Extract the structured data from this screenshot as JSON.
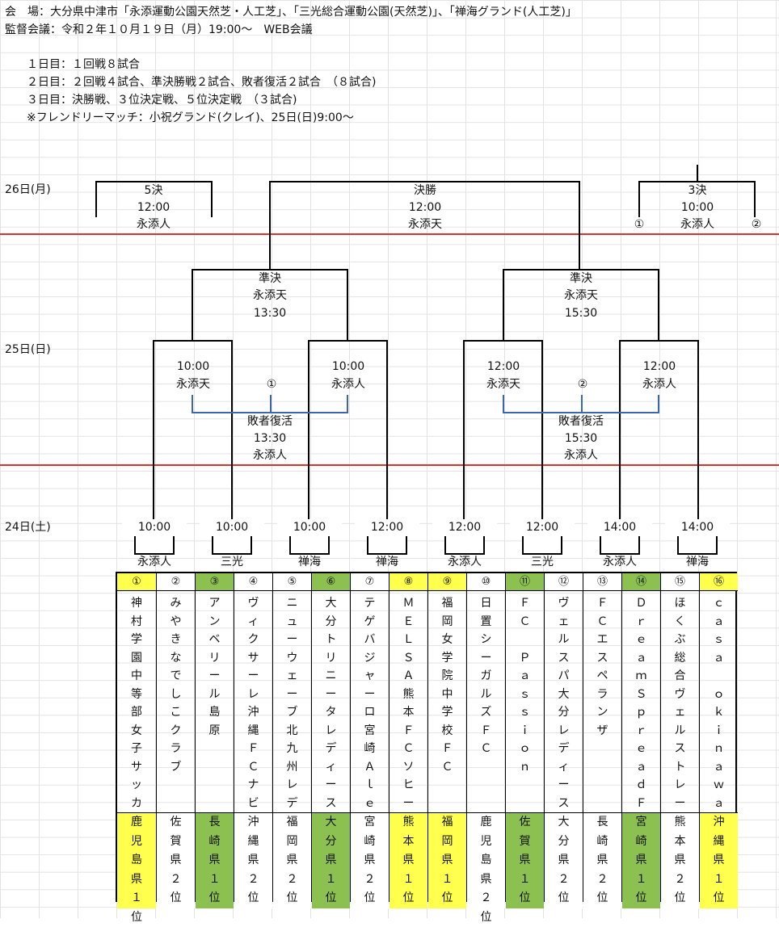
{
  "header": {
    "venue": "会　場：大分県中津市「永添運動公園天然芝・人工芝」、「三光総合運動公園(天然芝)」、「禅海グランド(人工芝)」",
    "meeting": "監督会議：令和２年１０月１９日（月）19:00～　WEB会議",
    "day1": "１日目：１回戦８試合",
    "day2": "２日目：２回戦４試合、準決勝戦２試合、敗者復活２試合　（８試合)",
    "day3": "３日目：決勝戦、３位決定戦、５位決定戦　（３試合)",
    "friendly": "※フレンドリーマッチ：小祝グランド(クレイ)、25日(日)9:00～"
  },
  "days": {
    "d26": "26日(月)",
    "d25": "25日(日)",
    "d24": "24日(土)"
  },
  "final_round": {
    "fifth": {
      "title": "5決",
      "time": "12:00",
      "venue": "永添人"
    },
    "final": {
      "title": "決勝",
      "time": "12:00",
      "venue": "永添天"
    },
    "third": {
      "title": "3決",
      "time": "10:00",
      "venue": "永添人",
      "left": "①",
      "right": "②"
    }
  },
  "semis": [
    {
      "title": "準決",
      "venue": "永添天",
      "time": "13:30"
    },
    {
      "title": "準決",
      "venue": "永添天",
      "time": "15:30"
    }
  ],
  "second_round": [
    {
      "time": "10:00",
      "venue": "永添天"
    },
    {
      "time": "10:00",
      "venue": "永添人"
    },
    {
      "time": "12:00",
      "venue": "永添天"
    },
    {
      "time": "12:00",
      "venue": "永添人"
    }
  ],
  "repechage": [
    {
      "mark": "①",
      "title": "敗者復活",
      "time": "13:30",
      "venue": "永添人"
    },
    {
      "mark": "②",
      "title": "敗者復活",
      "time": "15:30",
      "venue": "永添人"
    }
  ],
  "first_round": [
    {
      "time": "10:00",
      "venue": "永添人"
    },
    {
      "time": "10:00",
      "venue": "三光"
    },
    {
      "time": "10:00",
      "venue": "禅海"
    },
    {
      "time": "12:00",
      "venue": "禅海"
    },
    {
      "time": "12:00",
      "venue": "永添人"
    },
    {
      "time": "12:00",
      "venue": "三光"
    },
    {
      "time": "14:00",
      "venue": "永添人"
    },
    {
      "time": "14:00",
      "venue": "禅海"
    }
  ],
  "colors": {
    "red_line": "#d9342b",
    "yellow": "#ffff4d",
    "green": "#8cc152",
    "blue_line": "#3a67b0"
  },
  "teams": [
    {
      "num": "①",
      "name": "神村学園中等部女子サッカ",
      "pref": "鹿児島県１位",
      "hl": "yellow"
    },
    {
      "num": "②",
      "name": "みやきなでしこクラブ",
      "pref": "佐賀県２位",
      "hl": "none"
    },
    {
      "num": "③",
      "name": "アンベリール島原",
      "pref": "長崎県１位",
      "hl": "green"
    },
    {
      "num": "④",
      "name": "ヴィクサーレ沖縄ＦＣナビ",
      "pref": "沖縄県２位",
      "hl": "none"
    },
    {
      "num": "⑤",
      "name": "ニューウェーブ北九州レデ",
      "pref": "福岡県２位",
      "hl": "none"
    },
    {
      "num": "⑥",
      "name": "大分トリニータレディース",
      "pref": "大分県１位",
      "hl": "green"
    },
    {
      "num": "⑦",
      "name": "テゲバジャーロ宮崎Ａｌｅ",
      "pref": "宮崎県２位",
      "hl": "none"
    },
    {
      "num": "⑧",
      "name": "ＭＥＬＳＡ熊本ＦＣソヒー",
      "pref": "熊本県１位",
      "hl": "yellow"
    },
    {
      "num": "⑨",
      "name": "福岡女学院中学校ＦＣ",
      "pref": "福岡県１位",
      "hl": "yellow"
    },
    {
      "num": "⑩",
      "name": "日置シーガルズＦＣ",
      "pref": "鹿児島県２位",
      "hl": "none"
    },
    {
      "num": "⑪",
      "name": "ＦＣ　Ｐａｓｓｉｏｎ",
      "pref": "佐賀県１位",
      "hl": "green"
    },
    {
      "num": "⑫",
      "name": "ヴェルスパ大分レディース",
      "pref": "大分県２位",
      "hl": "none"
    },
    {
      "num": "⑬",
      "name": "ＦＣエスペランザ",
      "pref": "長崎県２位",
      "hl": "none"
    },
    {
      "num": "⑭",
      "name": "ＤｒｅａｍＳｐｒｅａｄＦ",
      "pref": "宮崎県１位",
      "hl": "green"
    },
    {
      "num": "⑮",
      "name": "ほくぶ総合ヴェルストレー",
      "pref": "熊本県２位",
      "hl": "none"
    },
    {
      "num": "⑯",
      "name": "ｃａｓａ　ｏｋｉｎａｗａ",
      "pref": "沖縄県１位",
      "hl": "yellow"
    }
  ]
}
